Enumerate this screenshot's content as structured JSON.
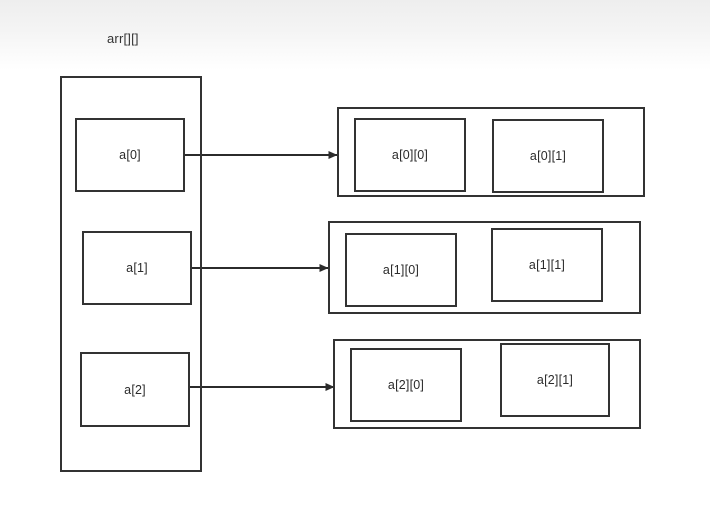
{
  "diagram": {
    "title": "arr[][]",
    "type": "2d-array-memory-layout",
    "colors": {
      "stroke": "#333333",
      "text": "#2b2b2b",
      "background": "#ffffff"
    },
    "parent": {
      "name": "arr",
      "cells": [
        {
          "label": "a[0]"
        },
        {
          "label": "a[1]"
        },
        {
          "label": "a[2]"
        }
      ]
    },
    "rows": [
      {
        "index": 0,
        "cells": [
          {
            "label": "a[0][0]"
          },
          {
            "label": "a[0][1]"
          }
        ]
      },
      {
        "index": 1,
        "cells": [
          {
            "label": "a[1][0]"
          },
          {
            "label": "a[1][1]"
          }
        ]
      },
      {
        "index": 2,
        "cells": [
          {
            "label": "a[2][0]"
          },
          {
            "label": "a[2][1]"
          }
        ]
      }
    ],
    "arrows": [
      {
        "from": "a[0]",
        "to": "row-0"
      },
      {
        "from": "a[1]",
        "to": "row-1"
      },
      {
        "from": "a[2]",
        "to": "row-2"
      }
    ]
  }
}
